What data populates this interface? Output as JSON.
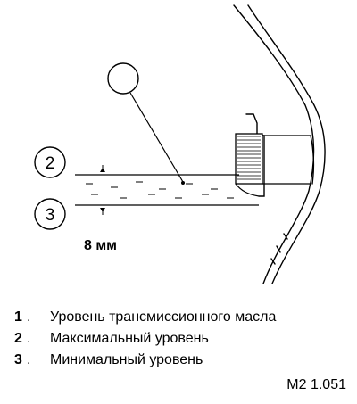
{
  "diagram": {
    "callouts": {
      "c1": "",
      "c2": "2",
      "c3": "3"
    },
    "dimension_label": "8 мм"
  },
  "legend": [
    {
      "num": "1",
      "sep": ".",
      "text": "Уровень трансмиссионного масла"
    },
    {
      "num": "2",
      "sep": ".",
      "text": "Максимальный уровень"
    },
    {
      "num": "3",
      "sep": ".",
      "text": "Минимальный уровень"
    }
  ],
  "figure_code": "M2 1.051"
}
